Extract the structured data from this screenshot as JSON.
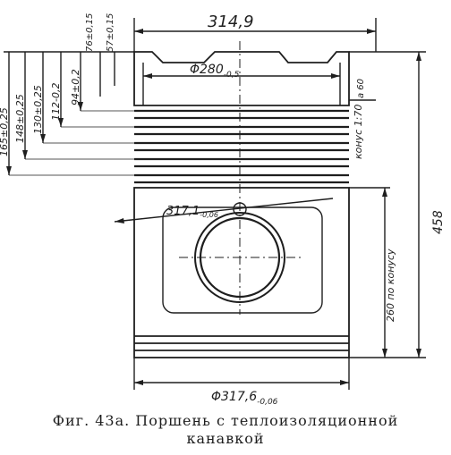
{
  "drawing": {
    "top_width": "314,9",
    "inner_diameter": "Φ280",
    "inner_diameter_tol": "-0,5",
    "pin_bore_diameter": "317,1",
    "pin_bore_tol": "-0,06",
    "bottom_diameter": "Φ317,6",
    "bottom_diameter_tol": "-0,06",
    "total_height": "458",
    "left_dims": [
      "165±0,25",
      "148±0,25",
      "130±0,25",
      "112-0,2",
      "94±0,2",
      "76±0,15",
      "57±0,15"
    ],
    "cone_top": "конус 1:70",
    "chamfer": "a 60",
    "cone_height": "260 по конусу"
  },
  "caption": {
    "line1": "Фиг. 43а. Поршень с теплоизоляционной",
    "line2": "канавкой"
  }
}
